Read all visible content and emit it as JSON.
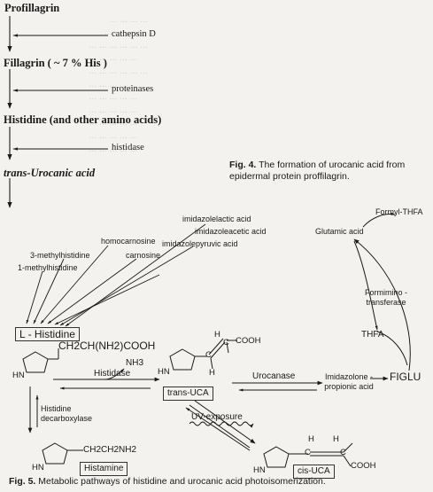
{
  "fig4": {
    "steps": [
      "Profillagrin",
      "Fillagrin ( ~ 7 % His )",
      "Histidine (and other amino acids)",
      "trans-Urocanic acid"
    ],
    "enzymes": [
      "cathepsin D",
      "proteinases",
      "histidase"
    ],
    "caption_label": "Fig. 4.",
    "caption_text": "The formation of urocanic acid from epidermal protein proffilagrin."
  },
  "fig5": {
    "precursors": [
      "homocarnosine",
      "3-methylhistidine",
      "carnosine",
      "1-methylhistidine",
      "imidazolelactic acid",
      "imidazoleacetic acid",
      "imidazolepyruvic acid"
    ],
    "histidine_box": "L - Histidine",
    "histidine_sidechain": "CH2CH(NH2)COOH",
    "histidine_nh": "HN",
    "nh3": "NH3",
    "histidase": "Histidase",
    "decarboxylase": "Histidine decarboxylase",
    "histamine_chain": "CH2CH2NH2",
    "histamine_nh": "HN",
    "histamine_box": "Histamine",
    "trans_box": "trans-UCA",
    "trans_cooh": "COOH",
    "trans_h1": "H",
    "trans_h2": "H",
    "trans_c1": "C",
    "trans_c2": "C",
    "trans_nh": "HN",
    "uv": "UV-exposure",
    "cis_box": "cis-UCA",
    "cis_cooh": "COOH",
    "cis_h1": "H",
    "cis_h2": "H",
    "cis_c1": "C",
    "cis_c2": "C",
    "cis_nh": "HN",
    "urocanase": "Urocanase",
    "imidazolone": "Imidazolone - propionic acid",
    "figlu": "FIGLU",
    "thfa": "THFA",
    "formimino": "Formimino - transferase",
    "glutamic": "Glutamic acid",
    "formyl": "Formyl-THFA",
    "caption_label": "Fig. 5.",
    "caption_text": "Metabolic pathways of histidine and urocanic acid photoisomerization."
  },
  "colors": {
    "ink": "#1a1a1a",
    "paper": "#f4f2ee",
    "bleed": "#8f8c88"
  }
}
